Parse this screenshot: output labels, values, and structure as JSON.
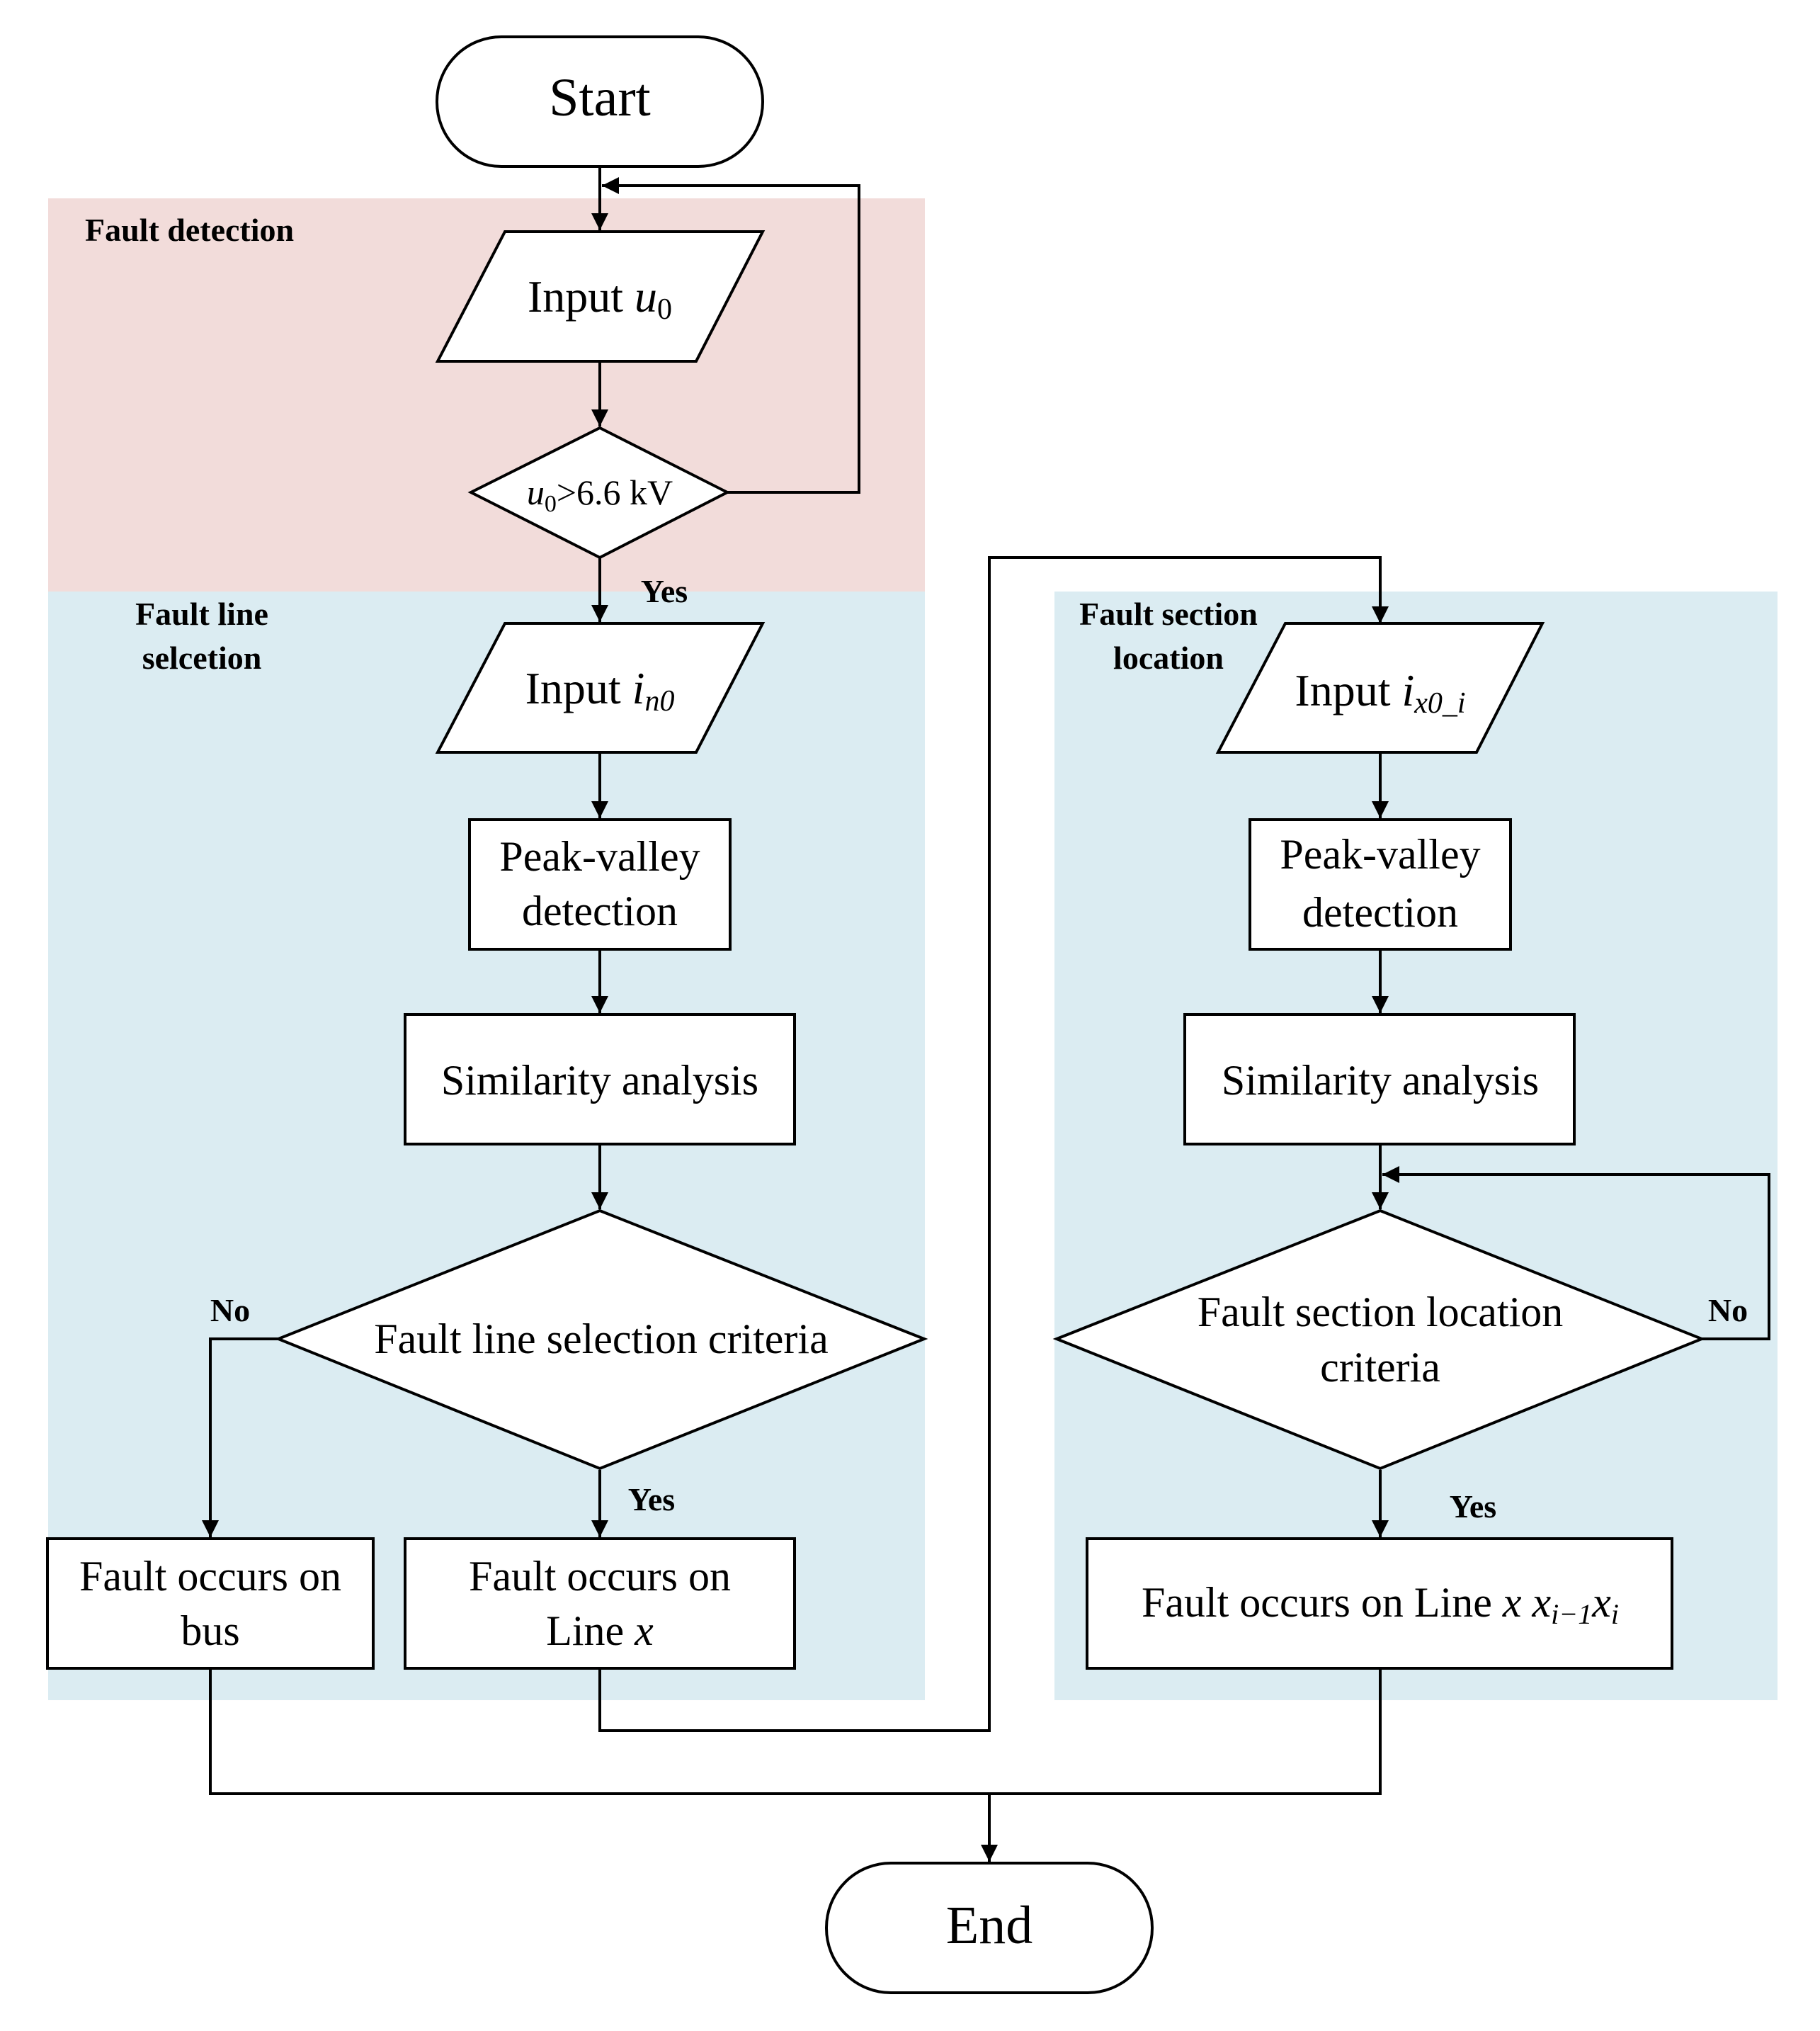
{
  "colors": {
    "fault_detection_bg": "#f2dcda",
    "fault_line_selection_bg": "#dbecf2",
    "fault_section_location_bg": "#dbecf2",
    "stroke": "#000000",
    "node_fill": "#ffffff"
  },
  "regions": {
    "fault_detection": {
      "label": "Fault detection"
    },
    "fault_line_selection": {
      "label_line1": "Fault line",
      "label_line2": "selcetion"
    },
    "fault_section_location": {
      "label_line1": "Fault section",
      "label_line2": "location"
    }
  },
  "nodes": {
    "start": {
      "label": "Start"
    },
    "input_u0": {
      "label": "Input ",
      "var": "u",
      "sub": "0"
    },
    "threshold": {
      "var": "u",
      "sub": "0",
      "rest": ">6.6 kV"
    },
    "input_in0": {
      "label": "Input ",
      "var": "i",
      "sub": "n0"
    },
    "peak_valley_left": {
      "line1": "Peak-valley",
      "line2": "detection"
    },
    "similarity_left": {
      "label": "Similarity analysis"
    },
    "line_selection_criteria": {
      "label": "Fault line selection criteria"
    },
    "fault_on_bus": {
      "line1": "Fault occurs on",
      "line2": "bus"
    },
    "fault_on_line": {
      "line1": "Fault occurs on",
      "line2_prefix": "Line ",
      "line2_var": "x"
    },
    "input_ix0i": {
      "label": "Input ",
      "var": "i",
      "sub": "x0_i"
    },
    "peak_valley_right": {
      "line1": "Peak-valley",
      "line2": "detection"
    },
    "similarity_right": {
      "label": "Similarity analysis"
    },
    "section_location_criteria": {
      "line1": "Fault section location",
      "line2": "criteria"
    },
    "fault_on_section": {
      "prefix": "Fault occurs on Line ",
      "var1": "x",
      "var2": "x",
      "sub2": "i−1",
      "var3": "x",
      "sub3": "i"
    },
    "end": {
      "label": "End"
    }
  },
  "edge_labels": {
    "threshold_yes": "Yes",
    "line_criteria_no": "No",
    "line_criteria_yes": "Yes",
    "section_criteria_no": "No",
    "section_criteria_yes": "Yes"
  }
}
